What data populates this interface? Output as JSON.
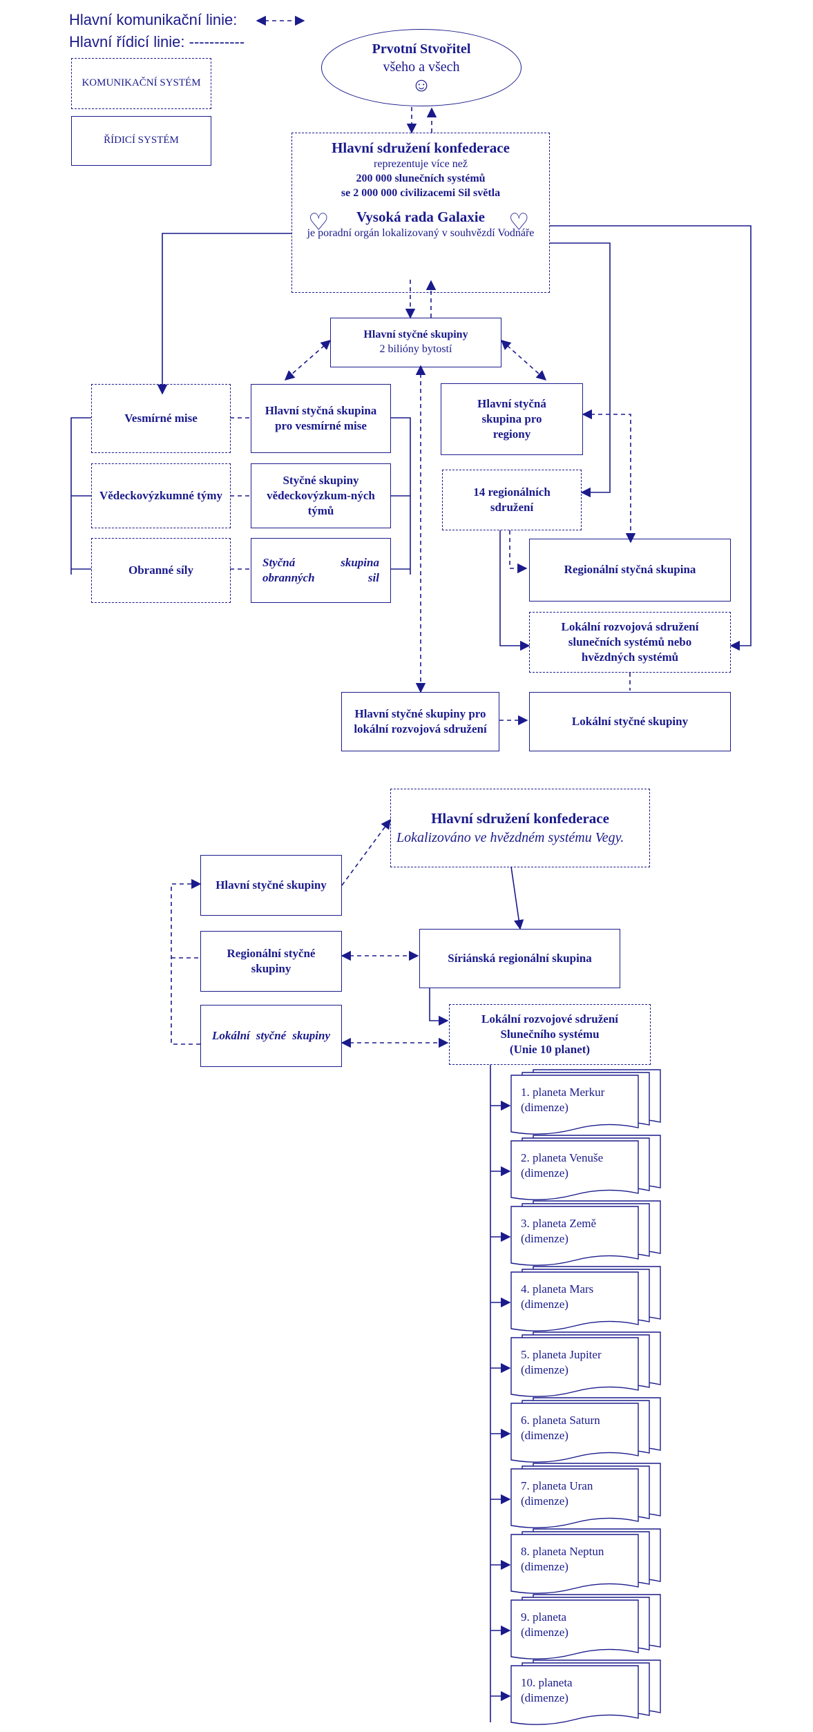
{
  "legend": {
    "comm_line": "Hlavní komunikační linie:",
    "ctrl_line": "Hlavní řídicí linie: -----------",
    "comm_system": "KOMUNIKAČNÍ SYSTÉM",
    "ctrl_system": "ŘÍDICÍ SYSTÉM"
  },
  "creator": {
    "line1": "Prvotní Stvořitel",
    "line2": "všeho a všech",
    "smiley": "☺"
  },
  "confederation": {
    "title": "Hlavní sdružení konfederace",
    "line2": "reprezentuje více než",
    "line3": "200 000 slunečních systémů",
    "line4": "se  2 000 000 civilizacemi Sil světla",
    "council_title": "Vysoká rada Galaxie",
    "council_text": "je poradní orgán lokalizovaný v souhvězdí Vodnáře",
    "heart": "♡"
  },
  "main_contact": {
    "line1": "Hlavní styčné skupiny",
    "line2": "2 bilióny bytostí"
  },
  "space_missions": "Vesmírné mise",
  "research_teams": "Vědeckovýzkumné týmy",
  "defense_forces": "Obranné síly",
  "contact_space": "Hlavní styčná skupina pro vesmírné mise",
  "contact_research": "Styčné skupiny vědeckovýzkum-ných týmů",
  "contact_defense": "Styčná skupina obranných sil",
  "contact_regions": "Hlavní styčná skupina pro regiony",
  "regional_assoc": "14 regionálních sdružení",
  "regional_group": "Regionální styčná skupina",
  "local_dev": "Lokální rozvojová sdružení slunečních systémů nebo hvězdných systémů",
  "contact_local_dev": "Hlavní styčné skupiny pro lokální rozvojová sdružení",
  "local_groups": "Lokální styčné skupiny",
  "lower": {
    "conf_title": "Hlavní sdružení konfederace",
    "conf_text": "Lokalizováno ve hvězdném systému Vegy.",
    "main_groups": "Hlavní styčné skupiny",
    "regional_groups": "Regionální styčné skupiny",
    "local_groups": "Lokální styčné skupiny",
    "sirius": "Síriánská regionální skupina",
    "solar_title": "Lokální rozvojové sdružení",
    "solar_line2": "Slunečního systému",
    "solar_line3": "(Unie 10 planet)"
  },
  "planets": [
    {
      "name": "1. planeta Merkur",
      "sub": "(dimenze)"
    },
    {
      "name": "2. planeta Venuše",
      "sub": "(dimenze)"
    },
    {
      "name": "3. planeta Země",
      "sub": "(dimenze)"
    },
    {
      "name": "4. planeta Mars",
      "sub": "(dimenze)"
    },
    {
      "name": "5. planeta Jupiter",
      "sub": "(dimenze)"
    },
    {
      "name": "6. planeta Saturn",
      "sub": "(dimenze)"
    },
    {
      "name": "7. planeta Uran",
      "sub": "(dimenze)"
    },
    {
      "name": "8. planeta Neptun",
      "sub": "(dimenze)"
    },
    {
      "name": "9. planeta",
      "sub": "(dimenze)"
    },
    {
      "name": "10. planeta",
      "sub": "(dimenze)"
    }
  ],
  "colors": {
    "ink": "#1a1a8c",
    "background": "#ffffff"
  }
}
